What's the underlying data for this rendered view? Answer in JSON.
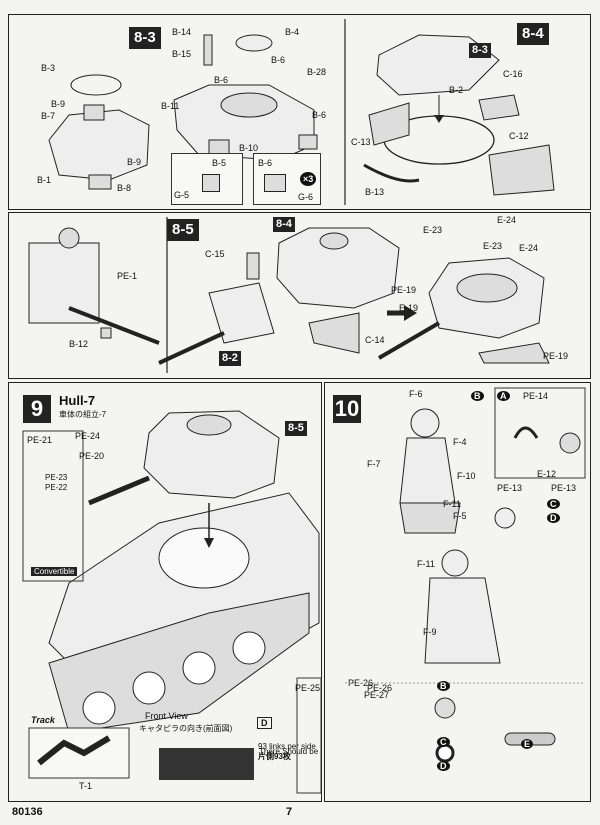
{
  "steps": {
    "s8_3": "8-3",
    "s8_4": "8-4",
    "s8_3b": "8-3",
    "s8_5": "8-5",
    "s8_4b": "8-4",
    "s8_2": "8-2",
    "s9": "9",
    "s10": "10",
    "s8_5b": "8-5"
  },
  "panel1_labels": {
    "b14": "B-14",
    "b4": "B-4",
    "b15": "B-15",
    "b6a": "B-6",
    "b28": "B-28",
    "b3": "B-3",
    "b6b": "B-6",
    "b9a": "B-9",
    "b7": "B-7",
    "b11": "B-11",
    "b9b": "B-9",
    "b6c": "B-6",
    "b1": "B-1",
    "b8": "B-8",
    "b10": "B-10",
    "b5": "B-5",
    "g5": "G-5",
    "b6d": "B-6",
    "x3": "×3",
    "g6": "G-6",
    "c16": "C-16",
    "b2": "B-2",
    "c13": "C-13",
    "c12": "C-12",
    "b13": "B-13"
  },
  "panel2_labels": {
    "pe1": "PE-1",
    "b12": "B-12",
    "c15": "C-15",
    "c14": "C-14",
    "e23a": "E-23",
    "e24a": "E-24",
    "e23b": "E-23",
    "e24b": "E-24",
    "pe19a": "PE-19",
    "e19": "E-19",
    "pe19b": "PE-19"
  },
  "panel3": {
    "title": "Hull-7",
    "subtitle": "車体の組立-7",
    "pe21": "PE-21",
    "pe24": "PE-24",
    "pe20": "PE-20",
    "pe23": "PE-23",
    "pe22": "PE-22",
    "convertible": "Convertible",
    "pe25": "PE-25",
    "pe26": "PE-26",
    "pe27": "PE-27",
    "track_title": "Track",
    "t1": "T-1",
    "front_view": "Front View",
    "front_view_jp": "キャタピラの向き(前面図)",
    "should_be": "There Should be",
    "links": "93 links per side",
    "links_jp": "片側93枚",
    "letter_d": "D"
  },
  "panel4": {
    "f6": "F-6",
    "f4": "F-4",
    "f7": "F-7",
    "f10": "F-10",
    "f11a": "F-11",
    "f5": "F-5",
    "f11b": "F-11",
    "f9": "F-9",
    "pe14": "PE-14",
    "e12": "E-12",
    "pe13a": "PE-13",
    "pe13b": "PE-13",
    "letters": [
      "B",
      "A",
      "C",
      "D",
      "B",
      "C",
      "D",
      "E"
    ]
  },
  "footer": {
    "code": "80136",
    "page": "7"
  }
}
